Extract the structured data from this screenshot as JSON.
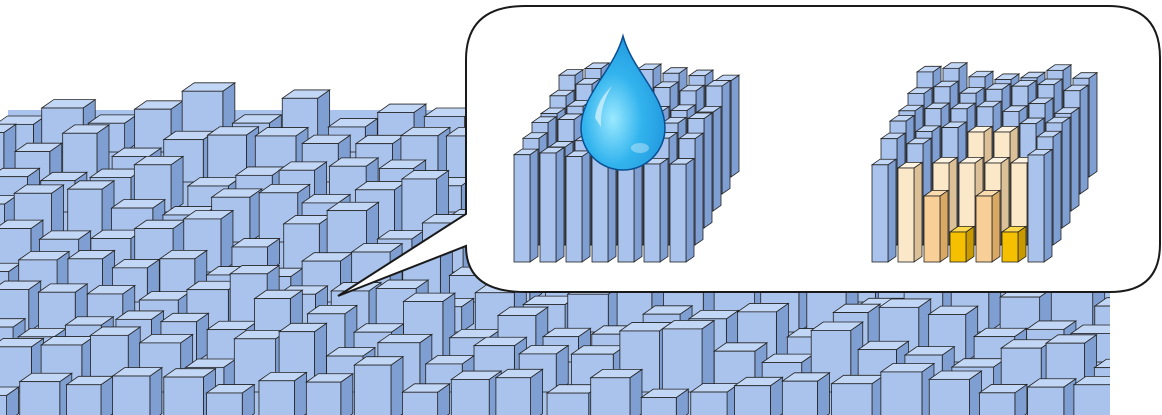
{
  "figure": {
    "background_color": "#ffffff",
    "surface": {
      "name": "pillar-array-surface",
      "pillar_face_color": "#a9c3ec",
      "pillar_top_color": "#c2d6f5",
      "pillar_side_color": "#7f9fd3",
      "outline_color": "#222222"
    },
    "callout": {
      "name": "magnified-callout",
      "fill_color": "#ffffff",
      "stroke_color": "#1a1a1a",
      "panels": [
        {
          "name": "wetting-panel",
          "droplet_color": "#1c8fd9",
          "droplet_light_color": "#9be9ff"
        },
        {
          "name": "collapse-panel",
          "cream_color": "#fbe8c8",
          "peach_color": "#f7cf97",
          "gold_color": "#f4c000"
        }
      ]
    }
  }
}
